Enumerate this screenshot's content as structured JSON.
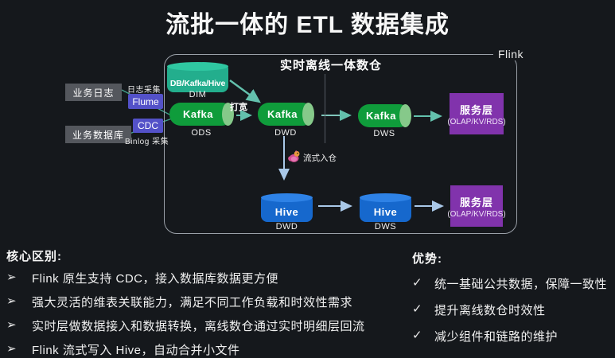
{
  "title": "流批一体的 ETL 数据集成",
  "diagram": {
    "container_title": "实时离线一体数仓",
    "engine_label": "Flink",
    "sources": {
      "log_source": "业务日志",
      "log_collect": "日志采集",
      "flume": "Flume",
      "db_source": "业务数据库",
      "cdc": "CDC",
      "binlog_collect": "Binlog 采集"
    },
    "dim": {
      "label": "DB/Kafka/Hive",
      "layer": "DIM"
    },
    "widen_label": "打宽",
    "stream_sink_label": "流式入仓",
    "realtime_layers": [
      {
        "label": "Kafka",
        "layer": "ODS"
      },
      {
        "label": "Kafka",
        "layer": "DWD"
      },
      {
        "label": "Kafka",
        "layer": "DWS"
      }
    ],
    "offline_layers": [
      {
        "label": "Hive",
        "layer": "DWD"
      },
      {
        "label": "Hive",
        "layer": "DWS"
      }
    ],
    "serving_realtime": {
      "title": "服务层",
      "subtitle": "(OLAP/KV/RDS)"
    },
    "serving_offline": {
      "title": "服务层",
      "subtitle": "(OLAP/KV/RDS)"
    }
  },
  "notes_left": {
    "header": "核心区别:",
    "bullet": "➢",
    "items": [
      "Flink 原生支持 CDC，接入数据库数据更方便",
      "强大灵活的维表关联能力，满足不同工作负载和时效性需求",
      "实时层做数据接入和数据转换，离线数仓通过实时明细层回流",
      "Flink 流式写入 Hive，自动合并小文件"
    ]
  },
  "notes_right": {
    "header": "优势:",
    "bullet": "✓",
    "items": [
      "统一基础公共数据，保障一致性",
      "提升离线数仓时效性",
      "减少组件和链路的维护"
    ]
  },
  "icons": {
    "stream_sink": "flink-squirrel"
  },
  "colors": {
    "background": "#15181c",
    "kafka_green": "#0f9c3b",
    "kafka_cap_green": "#86c98a",
    "hive_blue": "#1668cd",
    "dim_teal": "#23ae8d",
    "serving_purple": "#8133ac",
    "tag_indigo": "#5351c8",
    "source_gray": "#54575d",
    "arrow_teal": "#63c1ad",
    "arrow_blue": "#a9c8e8",
    "border_gray": "#9aa0a8"
  }
}
